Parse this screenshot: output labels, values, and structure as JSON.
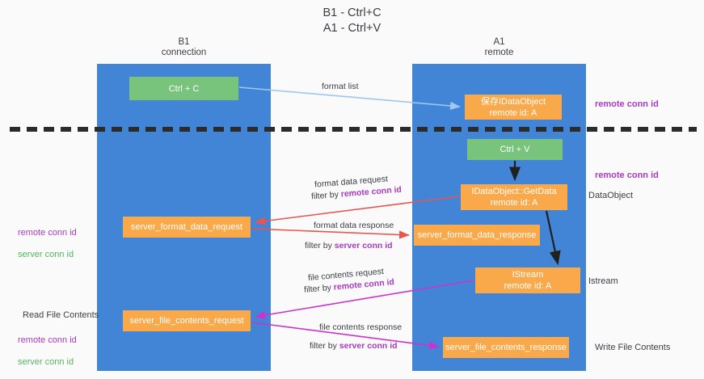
{
  "title": "B1 - Ctrl+C\nA1 - Ctrl+V",
  "columns": {
    "left": {
      "header": "B1\nconnection"
    },
    "right": {
      "header": "A1\nremote"
    }
  },
  "nodes": {
    "ctrl_c": {
      "label": "Ctrl + C",
      "color": "#78c47d",
      "lane": "B1"
    },
    "ctrl_v": {
      "label": "Ctrl + V",
      "color": "#78c47d",
      "lane": "A1"
    },
    "proxy_dataobject": {
      "label": "保存IDataObject\nremote id: A",
      "color": "#f9a94a",
      "lane": "A1"
    },
    "getdata": {
      "label": "IDataObject::GetData\nremote id: A",
      "color": "#f9a94a",
      "lane": "A1"
    },
    "format_request": {
      "label": "server_format_data_request",
      "color": "#f9a94a",
      "lane": "B1"
    },
    "format_response": {
      "label": "server_format_data_response",
      "color": "#f9a94a",
      "lane": "A1"
    },
    "istream": {
      "label": "IStream\nremote id: A",
      "color": "#f9a94a",
      "lane": "A1"
    },
    "file_request": {
      "label": "server_file_contents_request",
      "color": "#f9a94a",
      "lane": "B1"
    },
    "file_response": {
      "label": "server_file_contents_response",
      "color": "#f9a94a",
      "lane": "A1"
    }
  },
  "edge_captions": {
    "format_list": "format list",
    "format_data_request_line1": "format data request",
    "format_data_request_filter_prefix": "filter by ",
    "format_data_request_filter_key": "remote conn id",
    "format_data_response_line1": "format data response",
    "format_data_response_filter_prefix": "filter by ",
    "format_data_response_filter_key": "server conn id",
    "file_contents_request_line1": "file contents request",
    "file_contents_request_filter_prefix": "filter by ",
    "file_contents_request_filter_key": "remote conn id",
    "file_contents_response_line1": "file contents response",
    "file_contents_response_filter_prefix": "filter by ",
    "file_contents_response_filter_key": "server conn id"
  },
  "side_labels": {
    "right_remote_conn_id_top": "remote conn id",
    "right_remote_conn_id_mid": "remote conn id",
    "right_dataobject": "DataObject",
    "right_istream": "Istream",
    "right_write_file_contents": "Write File Contents",
    "left_remote_conn_id_top": "remote conn id",
    "left_server_conn_id_top": "server conn id",
    "left_read_file_contents": "Read File Contents",
    "left_remote_conn_id_bottom": "remote conn id",
    "left_server_conn_id_bottom": "server conn id"
  },
  "colors": {
    "lane_blue": "#4285d6",
    "node_green": "#78c47d",
    "node_orange": "#f9a94a",
    "key_purple": "#a83bbf",
    "key_green": "#57b65e",
    "arrow_light_blue": "#9cc7ee",
    "arrow_red": "#e8544e",
    "arrow_magenta": "#cc33cc",
    "arrow_black": "#202020",
    "background": "#fafafa"
  }
}
